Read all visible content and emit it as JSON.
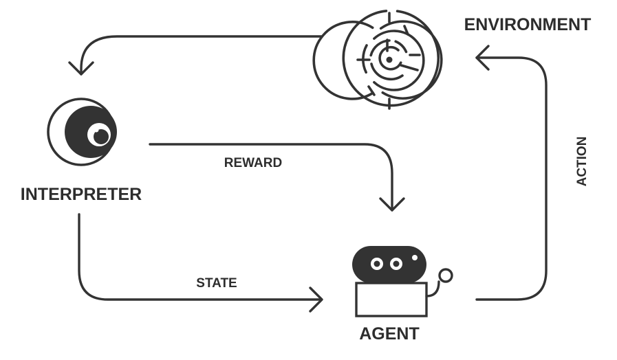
{
  "nodes": {
    "environment": "ENVIRONMENT",
    "interpreter": "INTERPRETER",
    "agent": "AGENT"
  },
  "edges": {
    "reward": "REWARD",
    "state": "STATE",
    "action": "ACTION"
  },
  "icons": {
    "environment": "maze-icon",
    "interpreter": "eye-icon",
    "agent": "robot-icon"
  },
  "colors": {
    "ink": "#333333",
    "background": "#ffffff"
  }
}
